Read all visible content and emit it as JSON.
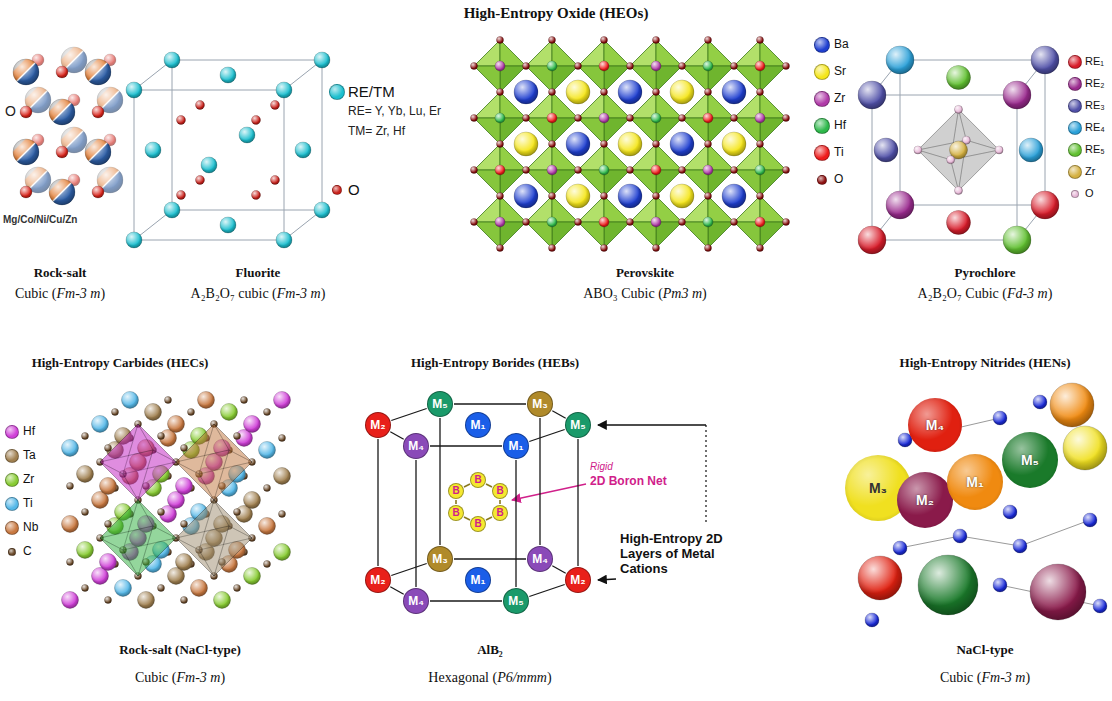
{
  "diagram": {
    "title": "High-Entropy Oxide (HEOs)",
    "nodes": [
      {
        "text": [
          "M₅"
        ]
      },
      {
        "text": [
          "M₃"
        ]
      },
      {
        "text": [
          "M₂"
        ]
      },
      {
        "text": [
          "M₁"
        ]
      },
      {
        "text": [
          "M₅"
        ]
      },
      {
        "text": [
          "M₄"
        ]
      },
      {
        "text": [
          "M₁"
        ]
      },
      {
        "text": [
          "B"
        ]
      },
      {
        "text": [
          "B"
        ]
      },
      {
        "text": [
          "B"
        ]
      },
      {
        "text": [
          "B"
        ]
      },
      {
        "text": [
          "B"
        ]
      },
      {
        "text": [
          "B"
        ]
      },
      {
        "text": [
          "M₃"
        ]
      },
      {
        "text": [
          "M₄"
        ]
      },
      {
        "text": [
          "M₂"
        ]
      },
      {
        "text": [
          "M₁"
        ]
      },
      {
        "text": [
          "M₂"
        ]
      },
      {
        "text": [
          "M₄"
        ]
      },
      {
        "text": [
          "M₅"
        ]
      },
      {
        "text": [
          "M₄"
        ]
      },
      {
        "text": [
          "M₅"
        ]
      },
      {
        "text": [
          "M₃"
        ]
      },
      {
        "text": [
          "M₂"
        ]
      },
      {
        "text": [
          "M₁"
        ]
      }
    ],
    "edges": [
      {
        "from": 2,
        "to": 0,
        "arrow": "none"
      },
      {
        "from": 0,
        "to": 1,
        "arrow": "none"
      },
      {
        "from": 1,
        "to": 4,
        "arrow": "none"
      },
      {
        "from": 4,
        "to": 6,
        "arrow": "none"
      },
      {
        "from": 6,
        "to": 5,
        "arrow": "none"
      },
      {
        "from": 5,
        "to": 2,
        "arrow": "none"
      },
      {
        "from": 15,
        "to": 13,
        "arrow": "none"
      },
      {
        "from": 13,
        "to": 14,
        "arrow": "none"
      },
      {
        "from": 14,
        "to": 17,
        "arrow": "none"
      },
      {
        "from": 17,
        "to": 19,
        "arrow": "none"
      },
      {
        "from": 19,
        "to": 18,
        "arrow": "none"
      },
      {
        "from": 18,
        "to": 15,
        "arrow": "none"
      },
      {
        "from": 2,
        "to": 15,
        "arrow": "none"
      },
      {
        "from": 0,
        "to": 13,
        "arrow": "none"
      },
      {
        "from": 1,
        "to": 14,
        "arrow": "none"
      },
      {
        "from": 4,
        "to": 17,
        "arrow": "none"
      },
      {
        "from": 5,
        "to": 18,
        "arrow": "none"
      },
      {
        "from": 6,
        "to": 19,
        "arrow": "none"
      },
      {
        "from": 7,
        "to": 9,
        "arrow": "none"
      },
      {
        "from": 9,
        "to": 11,
        "arrow": "none"
      },
      {
        "from": 11,
        "to": 12,
        "arrow": "none"
      },
      {
        "from": 12,
        "to": 10,
        "arrow": "none"
      },
      {
        "from": 10,
        "to": 8,
        "arrow": "none"
      },
      {
        "from": 8,
        "to": 7,
        "arrow": "none"
      }
    ],
    "labels": [
      "O",
      "Mg/Co/Ni/Cu/Zn",
      "RE= Y, Yb, Lu, Er",
      "TM= Zr, Hf",
      "Rock-salt",
      "Cubic (Fm-3 m)",
      "Fluorite",
      "A₂B₂O₇ cubic (Fm-3 m)",
      "Perovskite",
      "ABO₃ Cubic (Pm3 m)",
      "Pyrochlore",
      "A₂B₂O₇ Cubic (Fd-3 m)",
      "High-Entropy Carbides (HECs)",
      "High-Entropy Borides (HEBs)",
      "High-Entropy Nitrides (HENs)",
      "Rigid",
      "2D Boron Net",
      "High-Entropy 2D Layers of Metal Cations",
      "Rock-salt (NaCl-type)",
      "Cubic (Fm-3 m)",
      "AlB₂",
      "Hexagonal (P6/mmm)",
      "NaCl-type",
      "Cubic (Fm-3 m)"
    ],
    "legend": [
      {
        "text": "RE/TM",
        "color": "#1cbfcf"
      },
      {
        "text": "O",
        "color": "#c8201a"
      },
      {
        "text": "Ba",
        "color": "#1f3fd0"
      },
      {
        "text": "Sr",
        "color": "#f5e61a"
      },
      {
        "text": "Zr",
        "color": "#b03aa8"
      },
      {
        "text": "Hf",
        "color": "#2db84a"
      },
      {
        "text": "Ti",
        "color": "#ee1c1c"
      },
      {
        "text": "O",
        "color": "#8b1010"
      },
      {
        "text": "RE₁",
        "color": "#d81c2a"
      },
      {
        "text": "RE₂",
        "color": "#9a2a8e"
      },
      {
        "text": "RE₃",
        "color": "#5050a8"
      },
      {
        "text": "RE₄",
        "color": "#2aa0d8"
      },
      {
        "text": "RE₅",
        "color": "#60c030"
      },
      {
        "text": "Zr",
        "color": "#d4b040"
      },
      {
        "text": "O",
        "color": "#e8b8d8"
      },
      {
        "text": "Hf",
        "color": "#d040d8"
      },
      {
        "text": "Ta",
        "color": "#a08050"
      },
      {
        "text": "Zr",
        "color": "#88cc33"
      },
      {
        "text": "Ti",
        "color": "#55b8e8"
      },
      {
        "text": "Nb",
        "color": "#c87840"
      },
      {
        "text": "C",
        "color": "#6b4a2a"
      }
    ]
  }
}
